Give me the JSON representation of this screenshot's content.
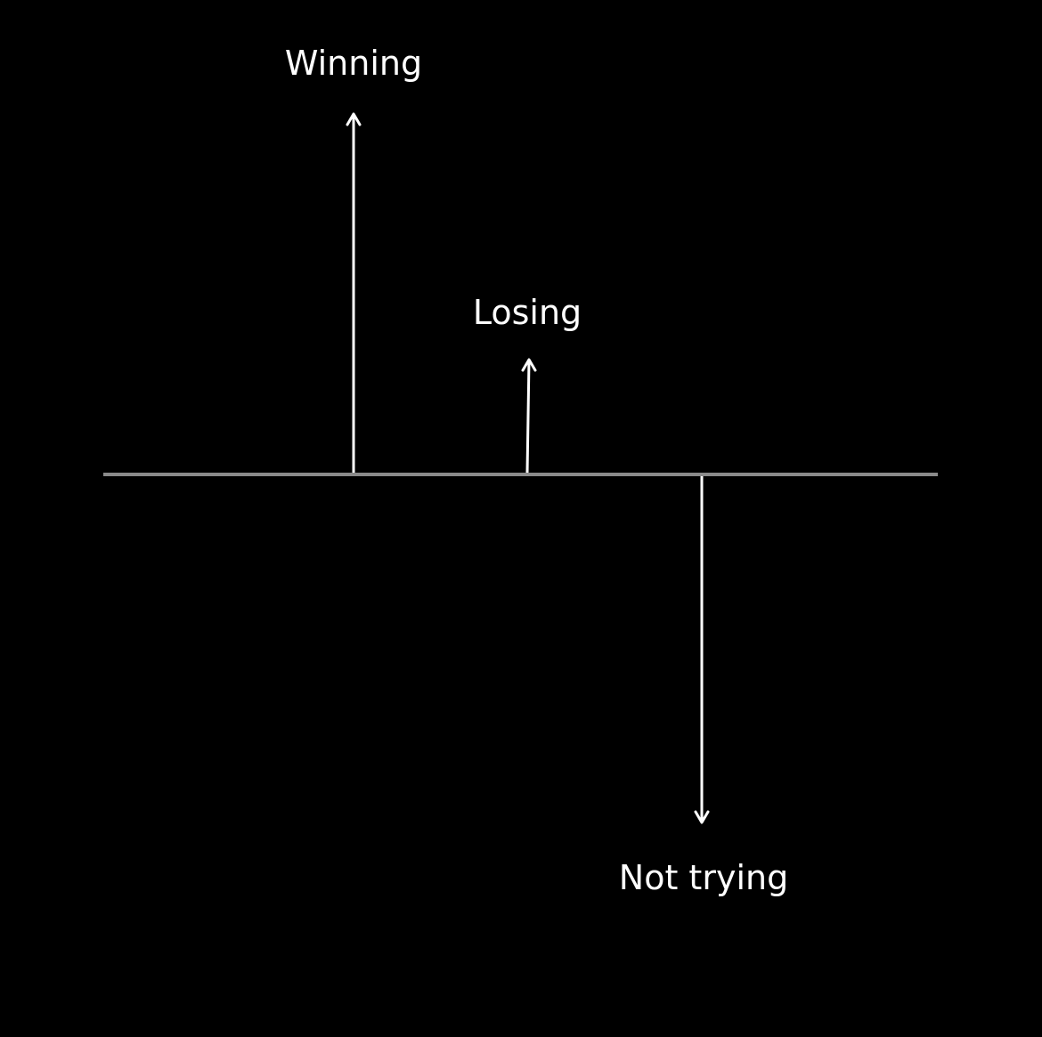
{
  "colors": {
    "background": "#000000",
    "baseline": "#8a8a8a",
    "arrows": "#ffffff",
    "text": "#ffffff"
  },
  "arrows": [
    {
      "label": "Winning",
      "direction": "up",
      "magnitude": 1.0
    },
    {
      "label": "Losing",
      "direction": "up",
      "magnitude": 0.3
    },
    {
      "label": "Not trying",
      "direction": "down",
      "magnitude": 1.0
    }
  ]
}
